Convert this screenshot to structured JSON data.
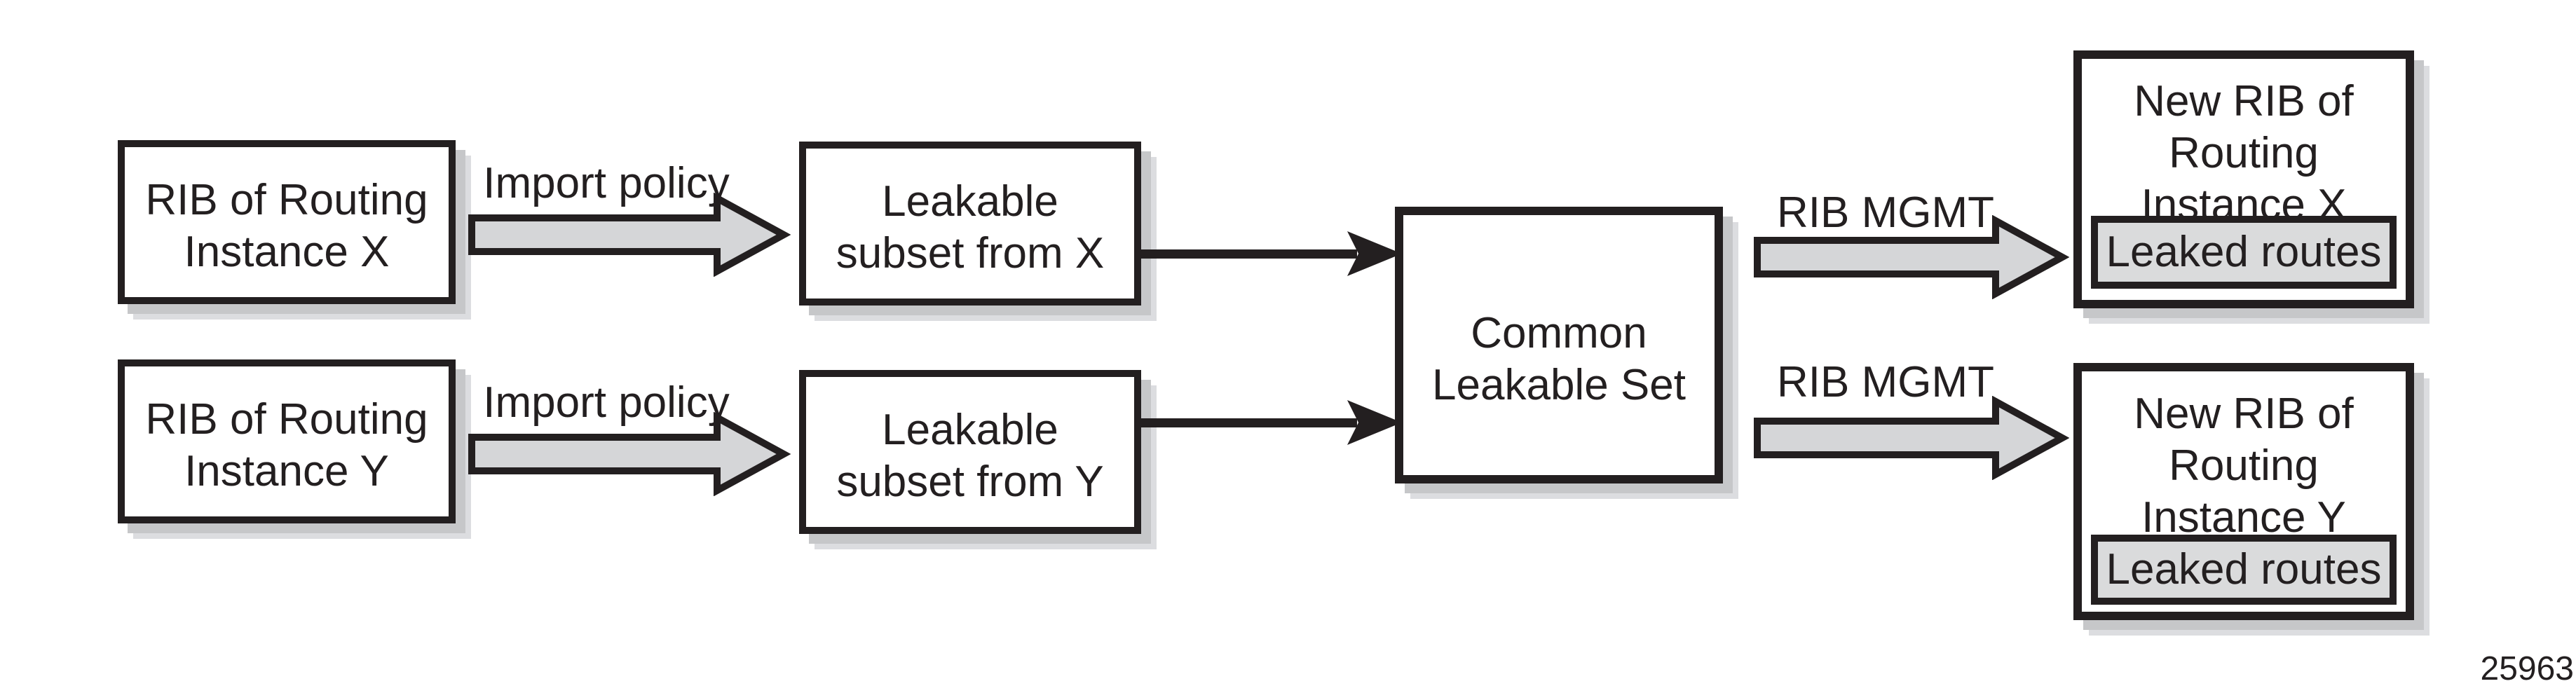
{
  "figure": {
    "figure_number": "25963",
    "colors": {
      "ink": "#231f20",
      "paper": "#ffffff",
      "arrow_fill": "#d5d6d8",
      "panel_fill": "#dadbdc",
      "shadow_inner": "#c6c7c9",
      "shadow_outer": "#dcdde0"
    }
  },
  "boxes": {
    "rib_x": {
      "lines": [
        "RIB of Routing",
        "Instance X"
      ]
    },
    "rib_y": {
      "lines": [
        "RIB of Routing",
        "Instance Y"
      ]
    },
    "leakable_x": {
      "lines": [
        "Leakable",
        "subset from X"
      ]
    },
    "leakable_y": {
      "lines": [
        "Leakable",
        "subset from Y"
      ]
    },
    "common": {
      "lines": [
        "Common",
        "Leakable Set"
      ]
    },
    "new_rib_x": {
      "lines": [
        "New RIB of",
        "Routing",
        "Instance X"
      ],
      "inner": "Leaked routes"
    },
    "new_rib_y": {
      "lines": [
        "New RIB of",
        "Routing",
        "Instance Y"
      ],
      "inner": "Leaked routes"
    }
  },
  "arrows": {
    "import_policy_x": "Import policy",
    "import_policy_y": "Import policy",
    "rib_mgmt_x": "RIB MGMT",
    "rib_mgmt_y": "RIB MGMT"
  }
}
